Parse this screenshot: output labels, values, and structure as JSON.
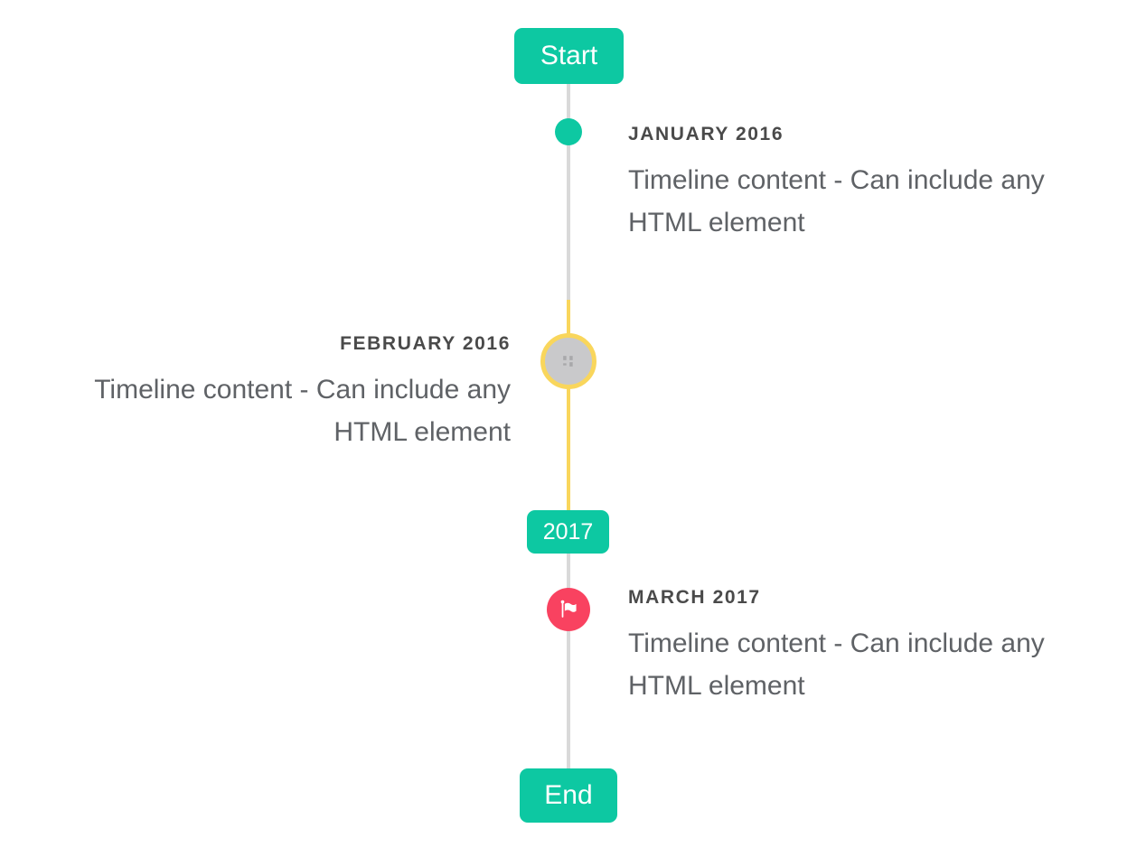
{
  "colors": {
    "accent-teal": "#0dc8a2",
    "highlight-yellow": "#f9d65c",
    "flag-red": "#f94260",
    "line-gray": "#d9d9d9",
    "disc-gray": "#c9c9cb",
    "broken-icon-gray": "#a8a8aa",
    "title-gray": "#4a4a4a",
    "content-gray": "#5f6266",
    "white": "#ffffff"
  },
  "timeline": {
    "start_label": "Start",
    "end_label": "End",
    "year_badge_label": "2017",
    "entries": [
      {
        "month_title": "JANUARY 2016",
        "content": "Timeline content - Can include any HTML element",
        "side": "right",
        "marker": "teal-dot"
      },
      {
        "month_title": "FEBRUARY 2016",
        "content": "Timeline content - Can include any HTML element",
        "side": "left",
        "marker": "image-placeholder"
      },
      {
        "month_title": "MARCH 2017",
        "content": "Timeline content - Can include any HTML element",
        "side": "right",
        "marker": "flag"
      }
    ]
  }
}
